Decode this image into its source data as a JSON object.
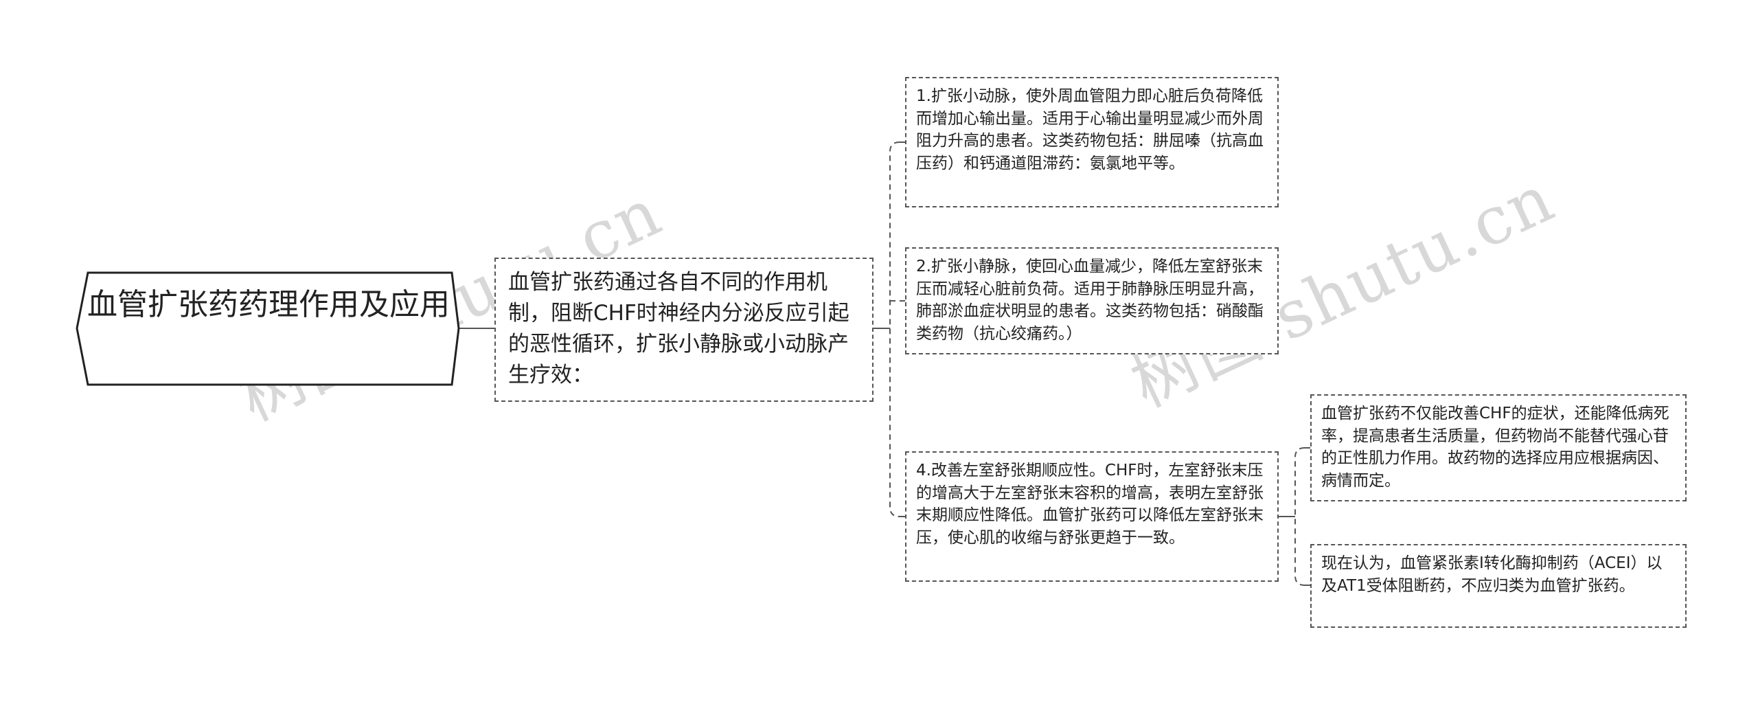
{
  "watermark": {
    "text": "树图 shutu.cn"
  },
  "root": {
    "label": "血管扩张药药理作用及应用"
  },
  "level1": {
    "text": "血管扩张药通过各自不同的作用机制，阻断CHF时神经内分泌反应引起的恶性循环，扩张小静脉或小动脉产生疗效："
  },
  "level2": [
    {
      "text": "1.扩张小动脉，使外周血管阻力即心脏后负荷降低而增加心输出量。适用于心输出量明显减少而外周阻力升高的患者。这类药物包括：肼屈嗪（抗高血压药）和钙通道阻滞药：氨氯地平等。"
    },
    {
      "text": "2.扩张小静脉，使回心血量减少，降低左室舒张末压而减轻心脏前负荷。适用于肺静脉压明显升高，肺部淤血症状明显的患者。这类药物包括：硝酸酯类药物（抗心绞痛药。）"
    },
    {
      "text": "4.改善左室舒张期顺应性。CHF时，左室舒张末压的增高大于左室舒张末容积的增高，表明左室舒张末期顺应性降低。血管扩张药可以降低左室舒张末压，使心肌的收缩与舒张更趋于一致。"
    }
  ],
  "level3": [
    {
      "text": "血管扩张药不仅能改善CHF的症状，还能降低病死率，提高患者生活质量，但药物尚不能替代强心苷的正性肌力作用。故药物的选择应用应根据病因、病情而定。"
    },
    {
      "text": "现在认为，血管紧张素Ⅰ转化酶抑制药（ACEI）以及AT1受体阻断药，不应归类为血管扩张药。"
    }
  ]
}
